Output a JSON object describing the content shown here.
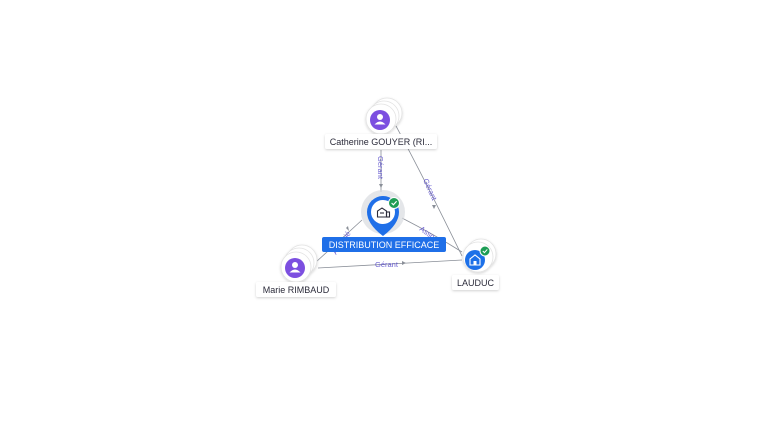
{
  "colors": {
    "person": "#7b4fe0",
    "company": "#1f6fe8",
    "verified": "#1f9d55",
    "edge": "#8a8f98",
    "edge_label": "#6a5fd0",
    "label_bg": "#ffffff",
    "main_label_bg": "#1f6fe8"
  },
  "nodes": {
    "main": {
      "label": "DISTRIBUTION EFFICACE",
      "icon": "building-icon",
      "verified": true
    },
    "catherine": {
      "label": "Catherine GOUYER (RI...",
      "icon": "person-icon"
    },
    "marie": {
      "label": "Marie RIMBAUD",
      "icon": "person-icon"
    },
    "lauduc": {
      "label": "LAUDUC",
      "icon": "building-icon",
      "verified": true
    }
  },
  "edges": {
    "catherine_main": "Gérant",
    "catherine_lauduc": "Gérant",
    "marie_lauduc": "Gérant",
    "marie_main": "Associé",
    "main_lauduc": "Associé"
  }
}
